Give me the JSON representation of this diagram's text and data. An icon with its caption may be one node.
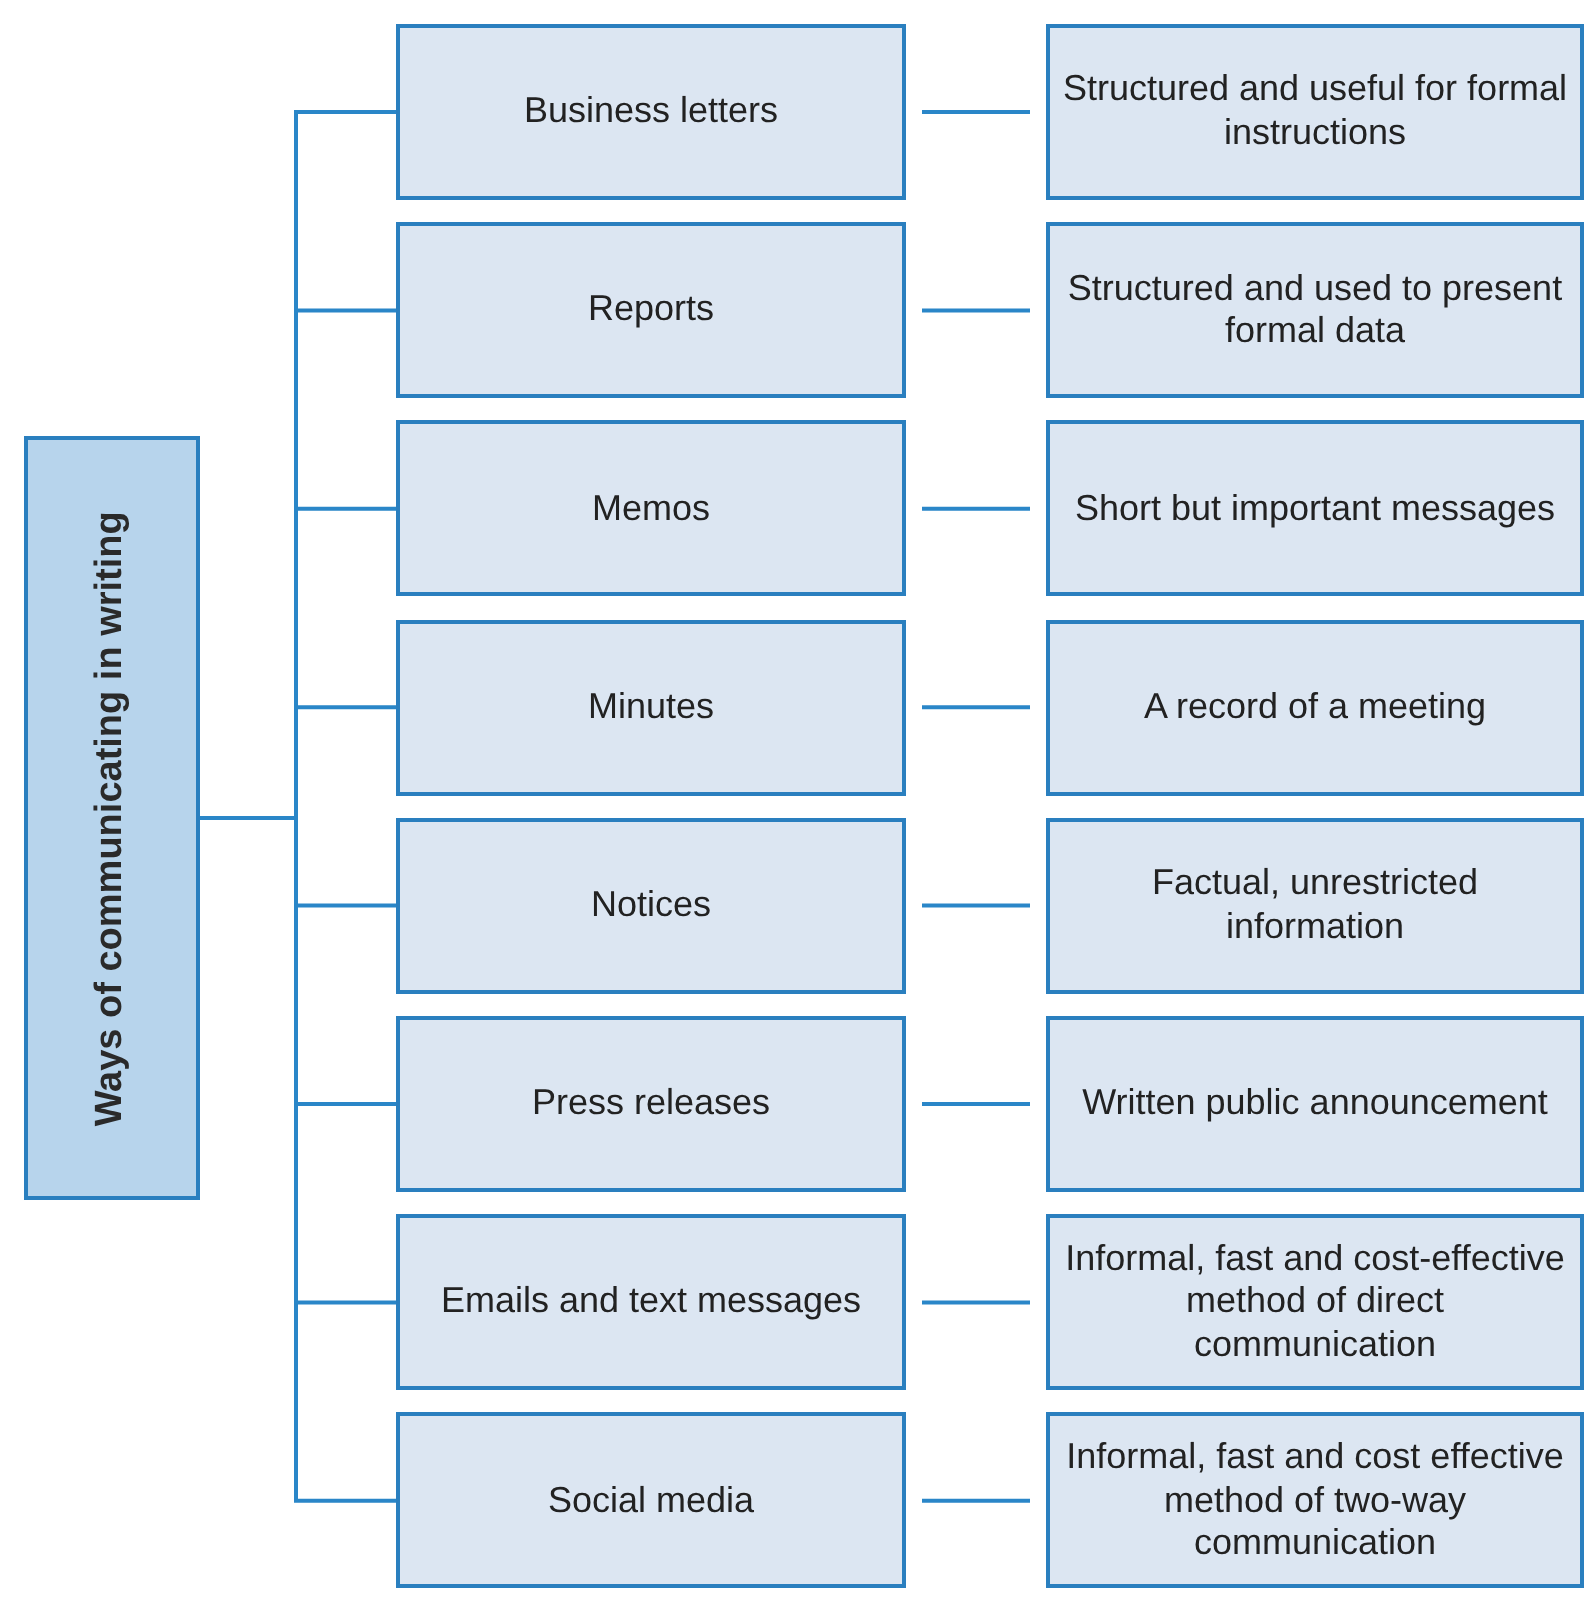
{
  "diagram": {
    "nodes": [
      {
        "text": [
          "Ways of communicating in writing"
        ]
      },
      {
        "text": [
          "Business letters"
        ]
      },
      {
        "text": [
          "Reports"
        ]
      },
      {
        "text": [
          "Memos"
        ]
      },
      {
        "text": [
          "Minutes"
        ]
      },
      {
        "text": [
          "Notices"
        ]
      },
      {
        "text": [
          "Press releases"
        ]
      },
      {
        "text": [
          "Emails and text messages"
        ]
      },
      {
        "text": [
          "Social media"
        ]
      },
      {
        "text": [
          "Structured and useful for formal instructions"
        ]
      },
      {
        "text": [
          "Structured and used to present formal data"
        ]
      },
      {
        "text": [
          "Short but important messages"
        ]
      },
      {
        "text": [
          "A record of a meeting"
        ]
      },
      {
        "text": [
          "Factual, unrestricted information"
        ]
      },
      {
        "text": [
          "Written public announcement"
        ]
      },
      {
        "text": [
          "Informal, fast and cost-effective method of direct communication"
        ]
      },
      {
        "text": [
          "Informal, fast and cost effective method of two-way communication"
        ]
      }
    ],
    "edges": [
      {
        "from": 0,
        "to": 1,
        "arrow": "none"
      },
      {
        "from": 0,
        "to": 2,
        "arrow": "none"
      },
      {
        "from": 0,
        "to": 3,
        "arrow": "none"
      },
      {
        "from": 0,
        "to": 4,
        "arrow": "none"
      },
      {
        "from": 0,
        "to": 5,
        "arrow": "none"
      },
      {
        "from": 0,
        "to": 6,
        "arrow": "none"
      },
      {
        "from": 0,
        "to": 7,
        "arrow": "none"
      },
      {
        "from": 0,
        "to": 8,
        "arrow": "none"
      },
      {
        "from": 1,
        "to": 9,
        "arrow": "none"
      },
      {
        "from": 2,
        "to": 10,
        "arrow": "none"
      },
      {
        "from": 3,
        "to": 11,
        "arrow": "none"
      },
      {
        "from": 4,
        "to": 12,
        "arrow": "none"
      },
      {
        "from": 5,
        "to": 13,
        "arrow": "none"
      },
      {
        "from": 6,
        "to": 14,
        "arrow": "none"
      },
      {
        "from": 7,
        "to": 15,
        "arrow": "none"
      },
      {
        "from": 8,
        "to": 16,
        "arrow": "none"
      }
    ]
  }
}
